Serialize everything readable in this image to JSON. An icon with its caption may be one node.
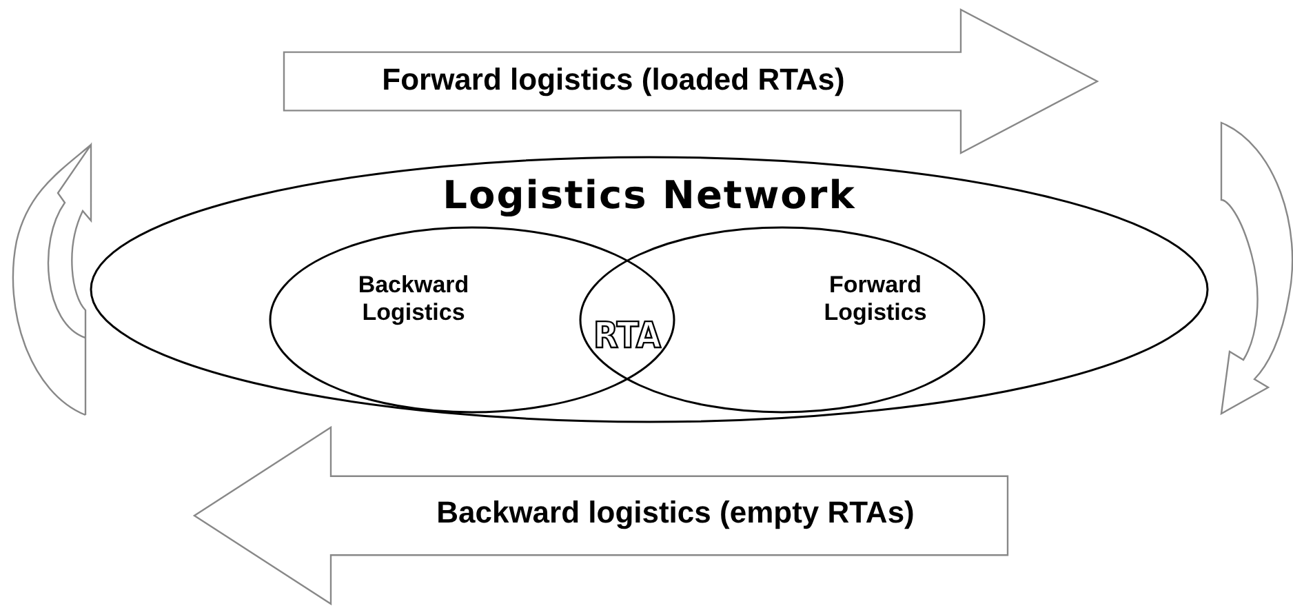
{
  "diagram": {
    "nodes": [
      {
        "text": [
          "Forward logistics (loaded RTAs)"
        ]
      },
      {
        "text": [
          "Logistics Network"
        ]
      },
      {
        "text": [
          "Backward Logistics"
        ],
        "in": 1
      },
      {
        "text": [
          "Forward Logistics"
        ],
        "in": 1
      },
      {
        "text": [
          "Backward logistics (empty RTAs)"
        ]
      }
    ],
    "edges": [],
    "labels": [
      "RTA"
    ]
  }
}
